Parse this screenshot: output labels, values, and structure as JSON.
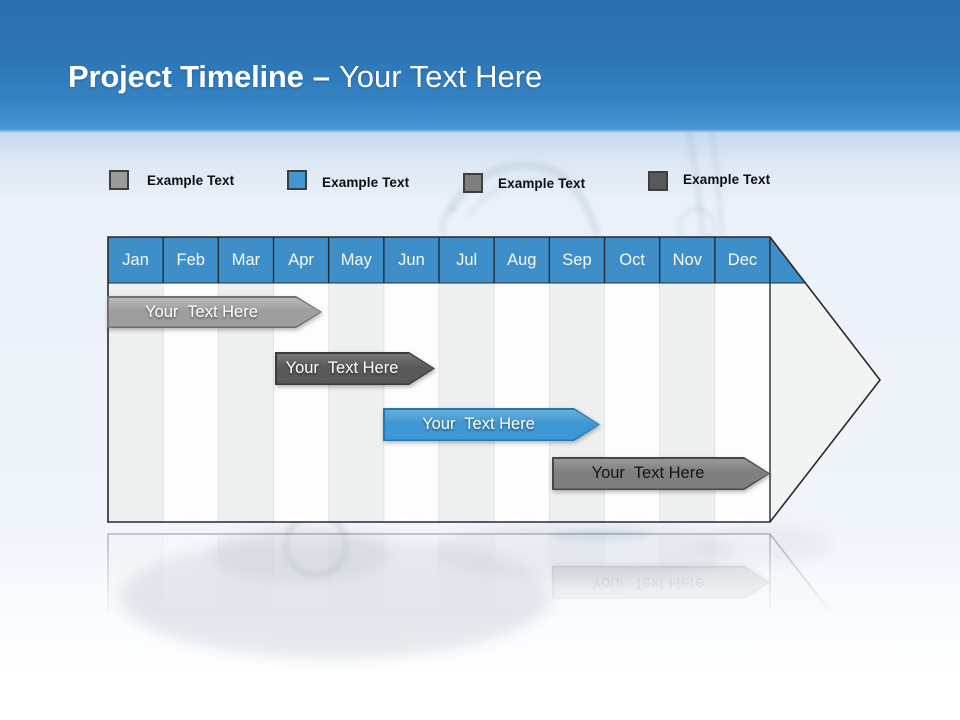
{
  "header": {
    "title_bold": "Project Timeline",
    "title_separator": "–",
    "title_light": "Your Text Here"
  },
  "legend": {
    "items": [
      {
        "label": "Example Text",
        "color": "#9a9a9a"
      },
      {
        "label": "Example Text",
        "color": "#3e97d3"
      },
      {
        "label": "Example Text",
        "color": "#7f7f7f"
      },
      {
        "label": "Example Text",
        "color": "#595959"
      }
    ]
  },
  "timeline": {
    "months": [
      "Jan",
      "Feb",
      "Mar",
      "Apr",
      "May",
      "Jun",
      "Jul",
      "Aug",
      "Sep",
      "Oct",
      "Nov",
      "Dec"
    ],
    "header_fill": "#3d8ec9",
    "stripe_fill": "#eef0f0",
    "arrow_tip_fill": "#f2f3f3",
    "outline_color": "#282828",
    "bars": [
      {
        "label": "Your  Text Here",
        "fill": "#9e9e9e",
        "border": "#6f6f6f",
        "text_color": "#ffffff"
      },
      {
        "label": "Your  Text Here",
        "fill": "#595959",
        "border": "#3a3a3a",
        "text_color": "#ffffff"
      },
      {
        "label": "Your  Text Here",
        "fill": "#3e97d3",
        "border": "#2577ad",
        "text_color": "#ffffff"
      },
      {
        "label": "Your  Text Here",
        "fill": "#7f7f7f",
        "border": "#474747",
        "text_color": "#151515"
      }
    ]
  },
  "chart_data": {
    "type": "gantt",
    "title": "Project Timeline – Your Text Here",
    "categories": [
      "Jan",
      "Feb",
      "Mar",
      "Apr",
      "May",
      "Jun",
      "Jul",
      "Aug",
      "Sep",
      "Oct",
      "Nov",
      "Dec"
    ],
    "bars": [
      {
        "label": "Your Text Here",
        "row": 1,
        "start_month_index": 0.0,
        "end_month_index": 3.4,
        "arrow_tip_index": 3.9,
        "color": "#9e9e9e"
      },
      {
        "label": "Your Text Here",
        "row": 2,
        "start_month_index": 3.0,
        "end_month_index": 5.4,
        "arrow_tip_index": 5.9,
        "color": "#595959"
      },
      {
        "label": "Your Text Here",
        "row": 3,
        "start_month_index": 5.0,
        "end_month_index": 8.4,
        "arrow_tip_index": 8.9,
        "color": "#3e97d3"
      },
      {
        "label": "Your Text Here",
        "row": 4,
        "start_month_index": 8.0,
        "end_month_index": 11.6,
        "arrow_tip_index": 12.0,
        "color": "#7f7f7f"
      }
    ],
    "legend": [
      "Example Text",
      "Example Text",
      "Example Text",
      "Example Text"
    ],
    "legend_position": "top",
    "grid": "vertical-column-stripes",
    "xlabel": "",
    "ylabel": ""
  }
}
